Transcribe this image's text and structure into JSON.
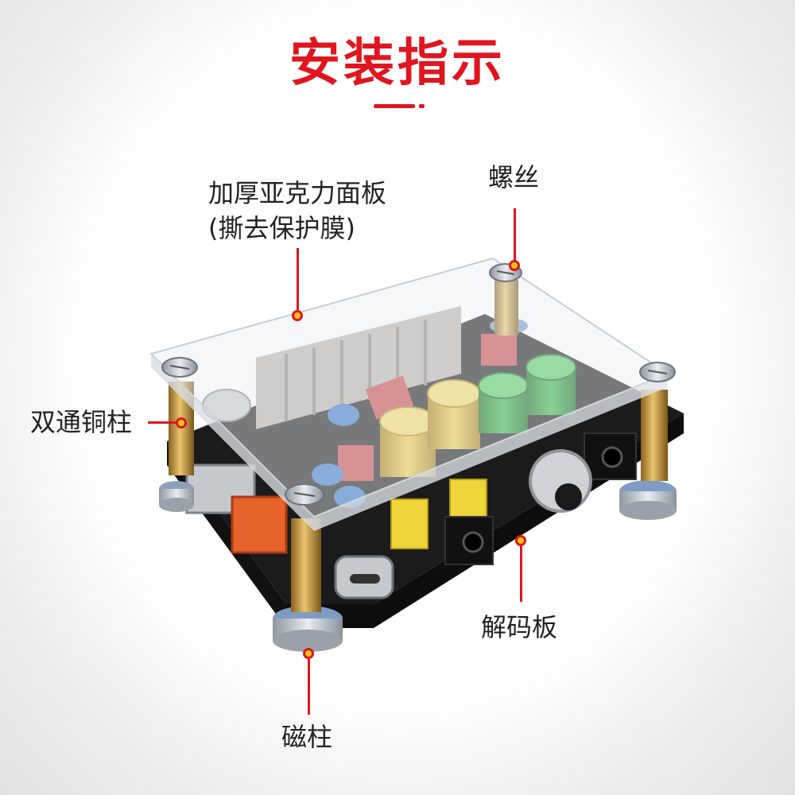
{
  "title": "安装指示",
  "labels": {
    "acrylic_line1": "加厚亚克力面板",
    "acrylic_line2": "(撕去保护膜)",
    "screw": "螺丝",
    "copper_pillar": "双通铜柱",
    "decoder_board": "解码板",
    "magnetic_pillar": "磁柱"
  },
  "colors": {
    "accent": "#e0161e",
    "marker_fill": "#f3c514",
    "pcb": "#1a1a1a",
    "capacitor_gold": "#d9ab1c",
    "capacitor_green": "#1f9a2e",
    "film_cap_yellow": "#efd43a"
  }
}
